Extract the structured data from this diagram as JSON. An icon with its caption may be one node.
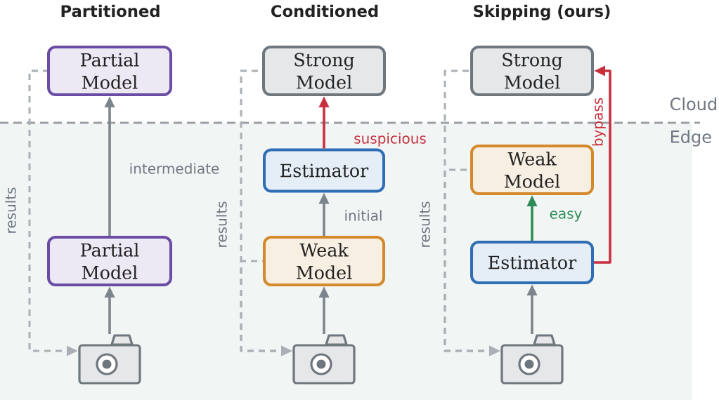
{
  "diagram": {
    "nodes": [
      {
        "text": [
          "Partial Model"
        ]
      },
      {
        "text": [
          "Partial Model"
        ]
      },
      {
        "text": [],
        "shape": "camera"
      },
      {
        "text": [
          "Strong Model"
        ]
      },
      {
        "text": [
          "Estimator"
        ]
      },
      {
        "text": [
          "Weak Model"
        ]
      },
      {
        "text": [],
        "shape": "camera"
      },
      {
        "text": [
          "Strong Model"
        ]
      },
      {
        "text": [
          "Weak Model"
        ]
      },
      {
        "text": [
          "Estimator"
        ]
      },
      {
        "text": [],
        "shape": "camera"
      }
    ],
    "edges": [
      {
        "from": 1,
        "to": 0,
        "arrow": "to",
        "label": "intermediate"
      },
      {
        "from": 2,
        "to": 1,
        "arrow": "to"
      },
      {
        "from": 0,
        "to": 2,
        "arrow": "to",
        "style": "dashed",
        "color": "#aab0b5",
        "label": "results"
      },
      {
        "from": 6,
        "to": 5,
        "arrow": "to"
      },
      {
        "from": 5,
        "to": 4,
        "arrow": "to",
        "label": "initial"
      },
      {
        "from": 4,
        "to": 3,
        "arrow": "to",
        "color": "#c8303e",
        "label": "suspicious"
      },
      {
        "from": 3,
        "to": 6,
        "arrow": "to",
        "style": "dashed",
        "color": "#aab0b5",
        "label": "results"
      },
      {
        "from": 5,
        "to": 6,
        "arrow": "to",
        "style": "dashed",
        "color": "#aab0b5"
      },
      {
        "from": 10,
        "to": 9,
        "arrow": "to"
      },
      {
        "from": 9,
        "to": 8,
        "arrow": "to",
        "color": "#2e8b57",
        "label": "easy"
      },
      {
        "from": 9,
        "to": 7,
        "arrow": "to",
        "color": "#c8303e",
        "label": "bypass"
      },
      {
        "from": 7,
        "to": 10,
        "arrow": "to",
        "style": "dashed",
        "color": "#aab0b5",
        "label": "results"
      },
      {
        "from": 8,
        "to": 10,
        "arrow": "to",
        "style": "dashed",
        "color": "#aab0b5"
      }
    ],
    "labels": [
      "Partitioned",
      "Conditioned",
      "Skipping (ours)",
      "Cloud",
      "Edge"
    ]
  }
}
